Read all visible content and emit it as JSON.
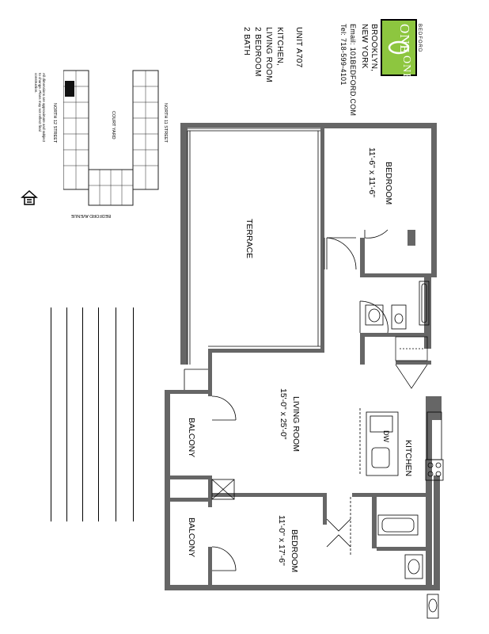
{
  "brand": {
    "name_top": "ONE",
    "name_bottom": "ONE",
    "subline": "BEDFORD"
  },
  "contact": {
    "city": "BROOKLYN,",
    "state": "NEW YORK",
    "email": "Email: 101BEDFORD.COM",
    "tel": "Tel: 718-599-4101"
  },
  "unit": {
    "id": "UNIT A707",
    "features": [
      "KITCHEN,",
      "LIVING ROOM",
      "2 BEDROOM",
      "2 BATH"
    ]
  },
  "site_plan": {
    "street_top": "NORTH 11 STREET",
    "courtyard": "COURT YARD",
    "street_bottom": "NORTH 12 STREET",
    "avenue": "BEDFORD AVENUE",
    "disclaimer": "All dimensions are approximate and subject to change. Plans may not reflect final construction."
  },
  "rooms": {
    "bedroom_1": {
      "name": "BEDROOM",
      "size": "11'-6\" x 11'-6\""
    },
    "terrace": {
      "name": "TERRACE"
    },
    "living": {
      "name": "LIVING ROOM",
      "size": "15'-0\" x 25'-0\""
    },
    "kitchen": {
      "name": "KITCHEN"
    },
    "dw": "DW",
    "bedroom_2": {
      "name": "BEDROOM",
      "size": "11'-0\" x 17'-6\""
    },
    "balcony_1": {
      "name": "BALCONY"
    },
    "balcony_2": {
      "name": "BALCONY"
    }
  },
  "colors": {
    "logo_green": "#8dc63f",
    "wall": "#555555"
  }
}
